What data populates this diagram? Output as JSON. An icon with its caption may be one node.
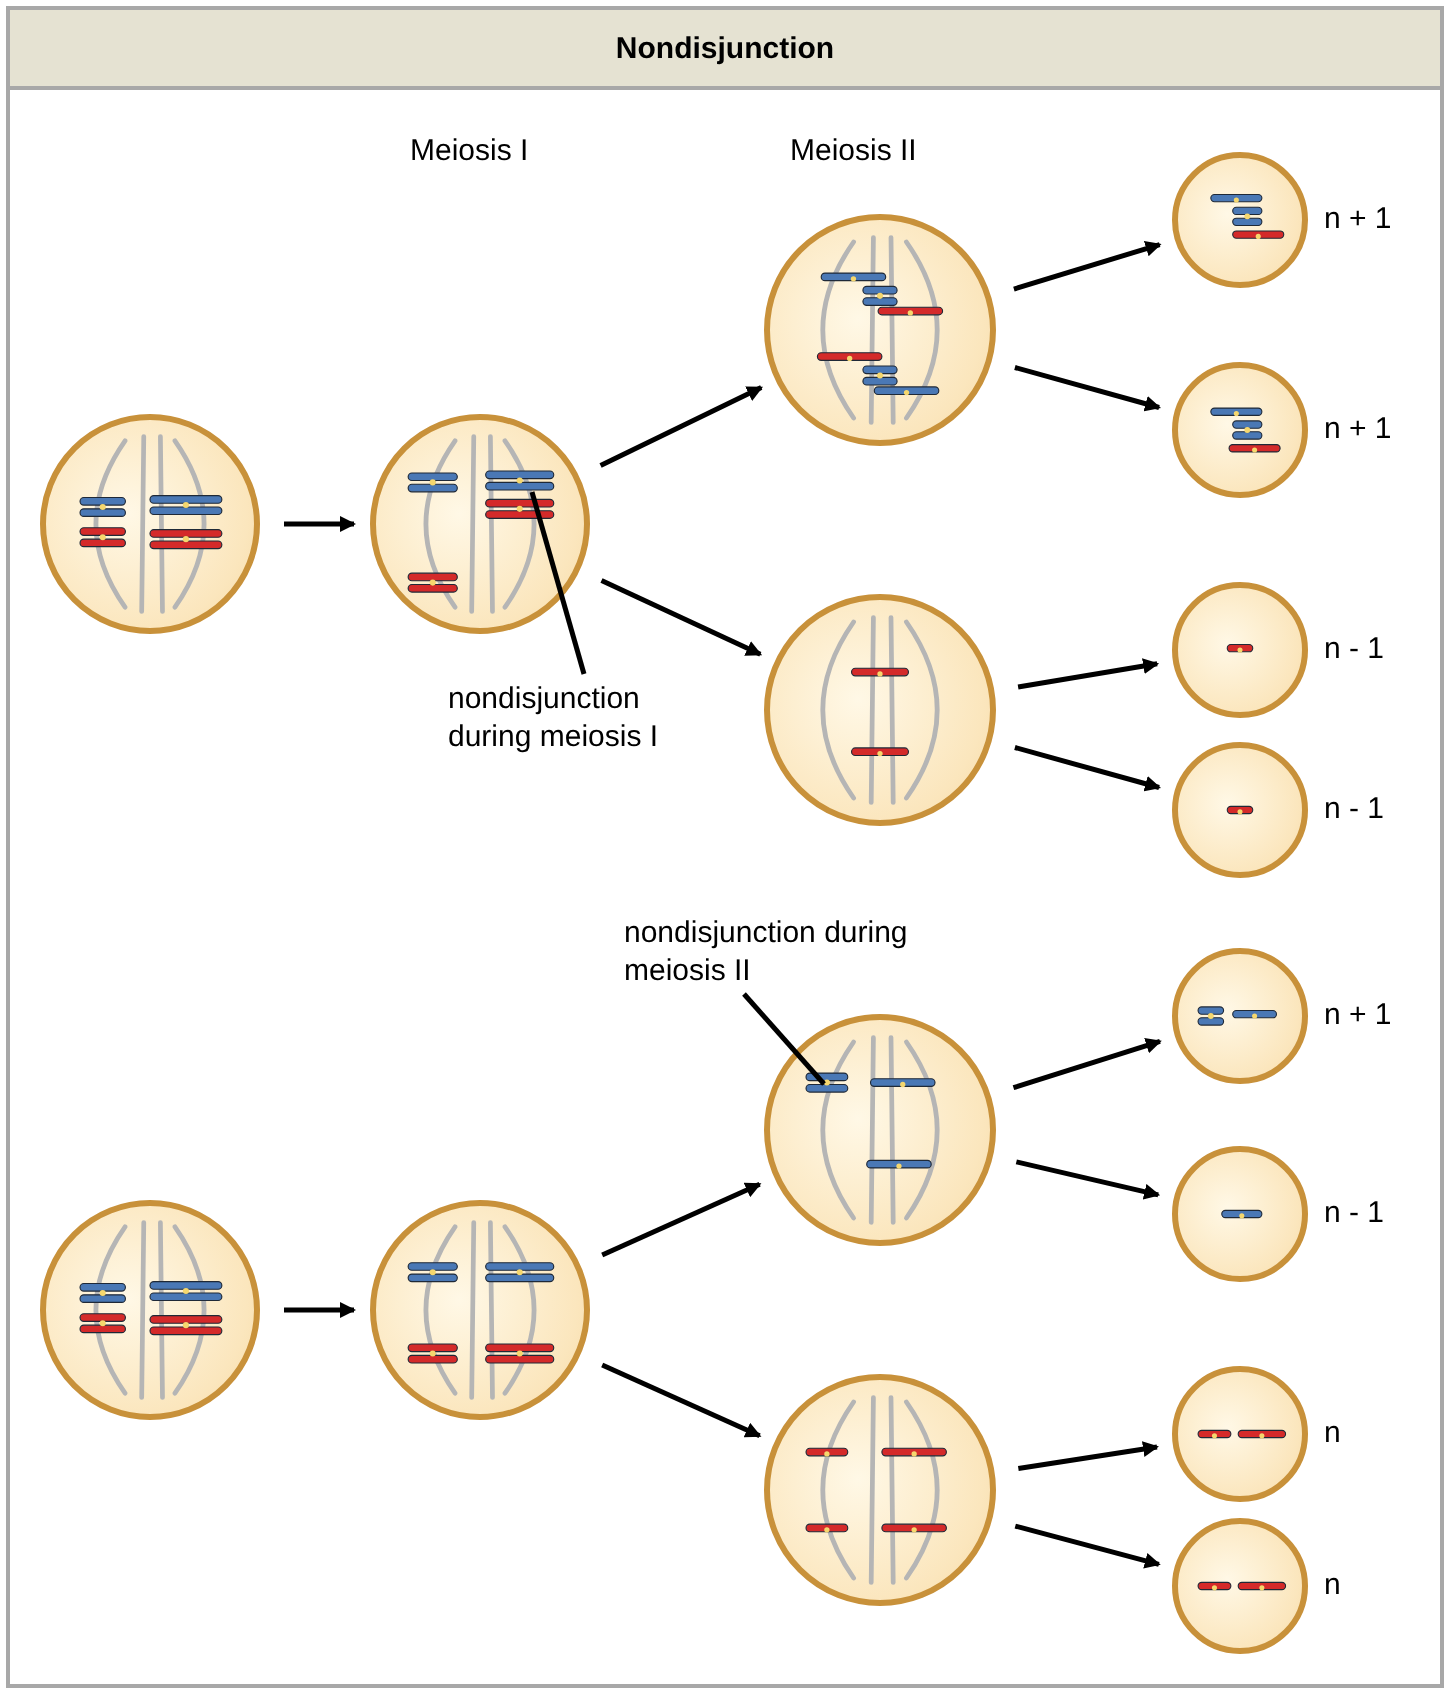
{
  "diagram": {
    "title": "Nondisjunction",
    "nodes": [
      {
        "text": [],
        "shape": "circle"
      },
      {
        "text": [],
        "shape": "circle"
      },
      {
        "text": [],
        "shape": "circle"
      },
      {
        "text": [],
        "shape": "circle"
      },
      {
        "text": [],
        "shape": "circle",
        "beside": [
          "n + 1"
        ]
      },
      {
        "text": [],
        "shape": "circle",
        "beside": [
          "n + 1"
        ]
      },
      {
        "text": [],
        "shape": "circle",
        "beside": [
          "n - 1"
        ]
      },
      {
        "text": [],
        "shape": "circle",
        "beside": [
          "n - 1"
        ]
      },
      {
        "text": [
          "nondisjunction during meiosis I"
        ]
      },
      {
        "text": [],
        "shape": "circle"
      },
      {
        "text": [],
        "shape": "circle"
      },
      {
        "text": [],
        "shape": "circle"
      },
      {
        "text": [],
        "shape": "circle"
      },
      {
        "text": [],
        "shape": "circle",
        "beside": [
          "n + 1"
        ]
      },
      {
        "text": [],
        "shape": "circle",
        "beside": [
          "n - 1"
        ]
      },
      {
        "text": [],
        "shape": "circle",
        "beside": [
          "n"
        ]
      },
      {
        "text": [],
        "shape": "circle",
        "beside": [
          "n"
        ]
      },
      {
        "text": [
          "nondisjunction during meiosis II"
        ]
      }
    ],
    "edges": [
      {
        "from": 0,
        "to": 1,
        "arrow": "to"
      },
      {
        "from": 1,
        "to": 2,
        "arrow": "to"
      },
      {
        "from": 1,
        "to": 3,
        "arrow": "to"
      },
      {
        "from": 2,
        "to": 4,
        "arrow": "to"
      },
      {
        "from": 2,
        "to": 5,
        "arrow": "to"
      },
      {
        "from": 3,
        "to": 6,
        "arrow": "to"
      },
      {
        "from": 3,
        "to": 7,
        "arrow": "to"
      },
      {
        "from": 8,
        "to": 1,
        "arrow": "none"
      },
      {
        "from": 9,
        "to": 10,
        "arrow": "to"
      },
      {
        "from": 10,
        "to": 11,
        "arrow": "to"
      },
      {
        "from": 10,
        "to": 12,
        "arrow": "to"
      },
      {
        "from": 11,
        "to": 13,
        "arrow": "to"
      },
      {
        "from": 11,
        "to": 14,
        "arrow": "to"
      },
      {
        "from": 12,
        "to": 15,
        "arrow": "to"
      },
      {
        "from": 12,
        "to": 16,
        "arrow": "to"
      },
      {
        "from": 17,
        "to": 11,
        "arrow": "none"
      }
    ],
    "labels": [
      "Meiosis I",
      "Meiosis II"
    ]
  }
}
